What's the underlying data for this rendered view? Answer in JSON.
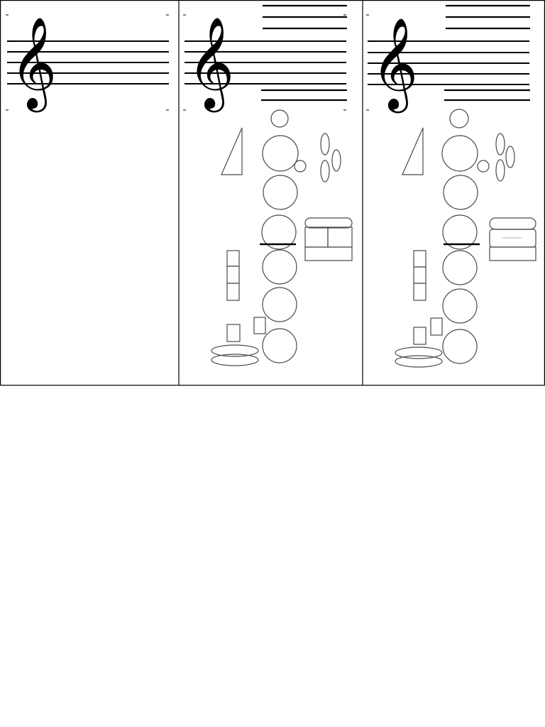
{
  "document": {
    "type": "fingering-chart-worksheet",
    "panel_count": 3,
    "panels": [
      {
        "id": "panel-1",
        "has_staff": true,
        "clef_icon": "treble-clef-icon",
        "has_fingering_diagram": false
      },
      {
        "id": "panel-2",
        "has_staff": true,
        "clef_icon": "treble-clef-icon",
        "has_fingering_diagram": true,
        "ledger_lines_above": 3,
        "ledger_lines_below": 2
      },
      {
        "id": "panel-3",
        "has_staff": true,
        "clef_icon": "treble-clef-icon",
        "has_fingering_diagram": true,
        "ledger_lines_above": 3,
        "ledger_lines_below": 2
      }
    ]
  },
  "colors": {
    "ink": "#000000",
    "diagram_stroke": "#4a4a4a",
    "paper": "#ffffff",
    "accent_mark": "#9bb7d4"
  }
}
